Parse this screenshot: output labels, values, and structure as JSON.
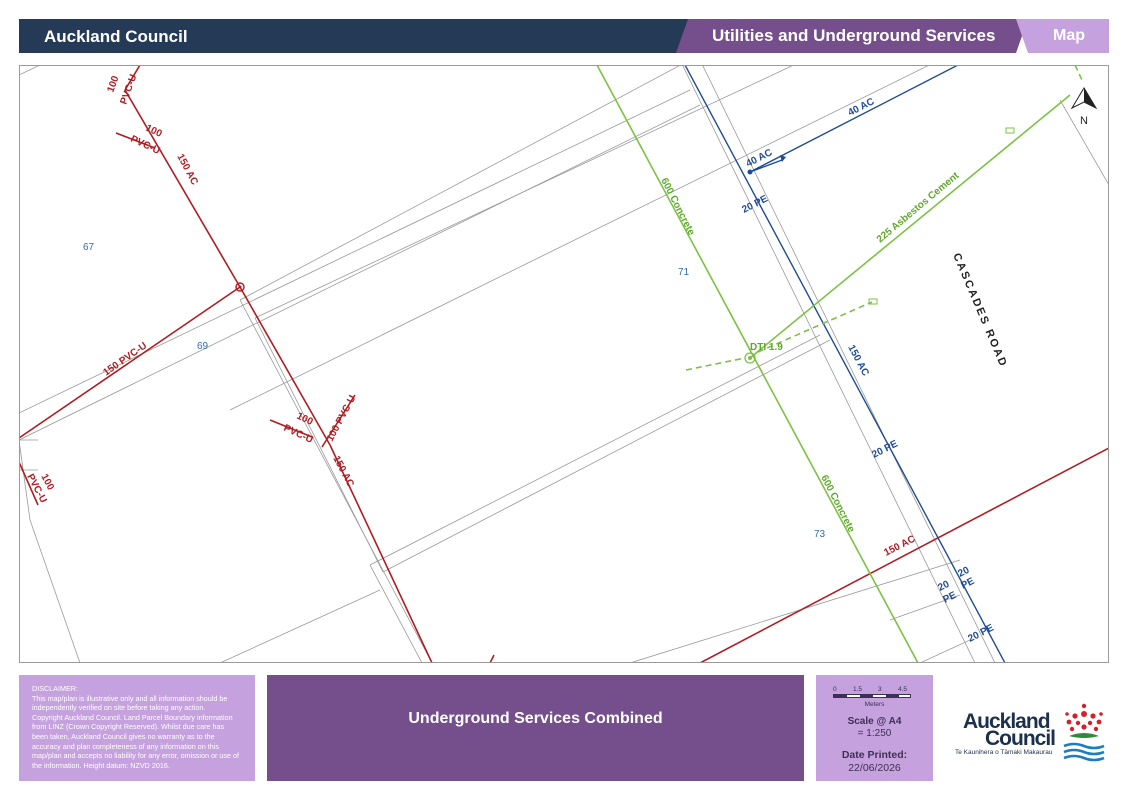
{
  "header": {
    "org": "Auckland Council",
    "title": "Utilities and Underground Services",
    "type": "Map"
  },
  "map": {
    "north_label": "N",
    "road_name": "CASCADES ROAD",
    "parcels": [
      "67",
      "69",
      "71",
      "73"
    ],
    "dti_label": "DTI 1.9",
    "stormwater_labels": {
      "main_upper": "600 Concrete",
      "main_lower": "600 Concrete",
      "branch": "225 Asbestos Cement"
    },
    "wastewater_labels": {
      "l1": "100\nPVC-U",
      "l2": "100\nPVC-U",
      "l3": "150 AC",
      "l4": "150 PVC-U",
      "l5": "100\nPVC-U",
      "l6": "100 PVC-U",
      "l7": "150 AC",
      "l8": "100\nPVC-U",
      "l9": "150 AC"
    },
    "water_labels": {
      "w1": "40 AC",
      "w2": "40 AC",
      "w3": "20 PE",
      "w4": "150 AC",
      "w5": "20 PE",
      "w6": "20\nPE",
      "w7": "20\nPE",
      "w8": "20 PE"
    },
    "colors": {
      "wastewater": "#b01c22",
      "water": "#1f4d94",
      "stormwater": "#7cc242",
      "parcel": "#9a9a9a",
      "parcel_label": "#2f6db3"
    }
  },
  "footer": {
    "disclaimer": "DISCLAIMER:\nThis map/plan is illustrative only and all information should be independently verified on site before taking any action.\nCopyright Auckland Council. Land Parcel Boundary information from LINZ (Crown Copyright Reserved). Whilst due care has been taken, Auckland Council gives no warranty as to the accuracy and plan completeness of any information on this map/plan and accepts no liability for any error, omission or use of the information. Height datum: NZVD 2016.",
    "map_title": "Underground Services Combined",
    "scale": {
      "ticks": [
        "0",
        "1.5",
        "3",
        "4.5"
      ],
      "unit": "Meters",
      "heading": "Scale @ A4",
      "ratio": "= 1:250"
    },
    "date_label": "Date Printed:",
    "date_value": "22/06/2026",
    "logo": {
      "line1": "Auckland",
      "line2": "Council",
      "tagline": "Te Kaunihera o Tāmaki Makaurau"
    }
  }
}
